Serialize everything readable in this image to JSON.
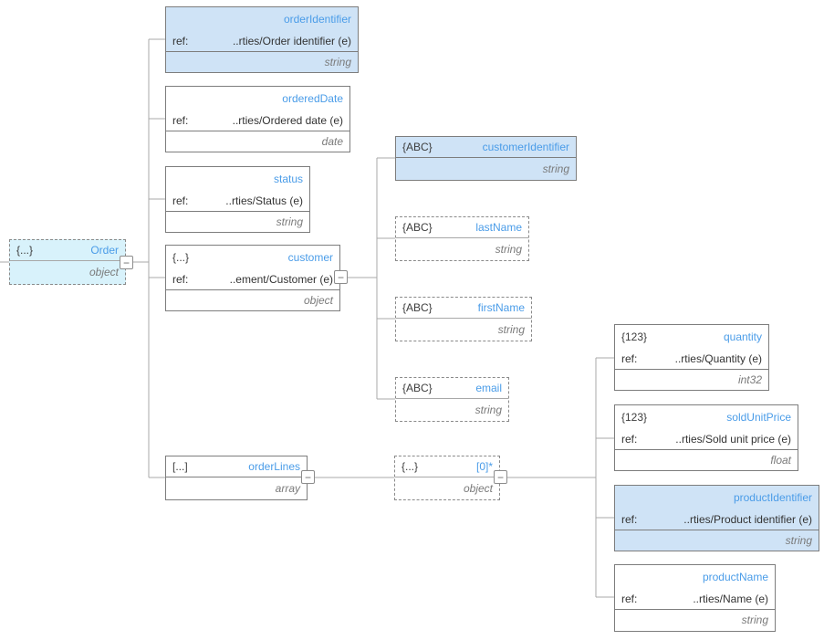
{
  "diagram": {
    "nodes": {
      "order": {
        "icon": "{...}",
        "title": "Order",
        "type": "object"
      },
      "orderIdentifier": {
        "title": "orderIdentifier",
        "ref_label": "ref:",
        "ref": "..rties/Order identifier (e)",
        "type": "string"
      },
      "orderedDate": {
        "title": "orderedDate",
        "ref_label": "ref:",
        "ref": "..rties/Ordered date (e)",
        "type": "date"
      },
      "status": {
        "title": "status",
        "ref_label": "ref:",
        "ref": "..rties/Status (e)",
        "type": "string"
      },
      "customer": {
        "icon": "{...}",
        "title": "customer",
        "ref_label": "ref:",
        "ref": "..ement/Customer (e)",
        "type": "object"
      },
      "orderLines": {
        "icon": "[...]",
        "title": "orderLines",
        "type": "array"
      },
      "customerIdentifier": {
        "icon": "{ABC}",
        "title": "customerIdentifier",
        "type": "string"
      },
      "lastName": {
        "icon": "{ABC}",
        "title": "lastName",
        "type": "string"
      },
      "firstName": {
        "icon": "{ABC}",
        "title": "firstName",
        "type": "string"
      },
      "email": {
        "icon": "{ABC}",
        "title": "email",
        "type": "string"
      },
      "arrayItem": {
        "icon": "{...}",
        "title": "[0]*",
        "type": "object"
      },
      "quantity": {
        "icon": "{123}",
        "title": "quantity",
        "ref_label": "ref:",
        "ref": "..rties/Quantity (e)",
        "type": "int32"
      },
      "soldUnitPrice": {
        "icon": "{123}",
        "title": "soldUnitPrice",
        "ref_label": "ref:",
        "ref": "..rties/Sold unit price (e)",
        "type": "float"
      },
      "productIdentifier": {
        "title": "productIdentifier",
        "ref_label": "ref:",
        "ref": "..rties/Product identifier (e)",
        "type": "string"
      },
      "productName": {
        "title": "productName",
        "ref_label": "ref:",
        "ref": "..rties/Name (e)",
        "type": "string"
      }
    },
    "ui": {
      "collapse_glyph": "−"
    },
    "colors": {
      "accent_blue": "#4a9ce8",
      "highlight_bg": "#cfe3f6",
      "selected_bg": "#d8f2fb",
      "node_border": "#7d7d7d",
      "connector_line": "#a8a8a8"
    }
  }
}
